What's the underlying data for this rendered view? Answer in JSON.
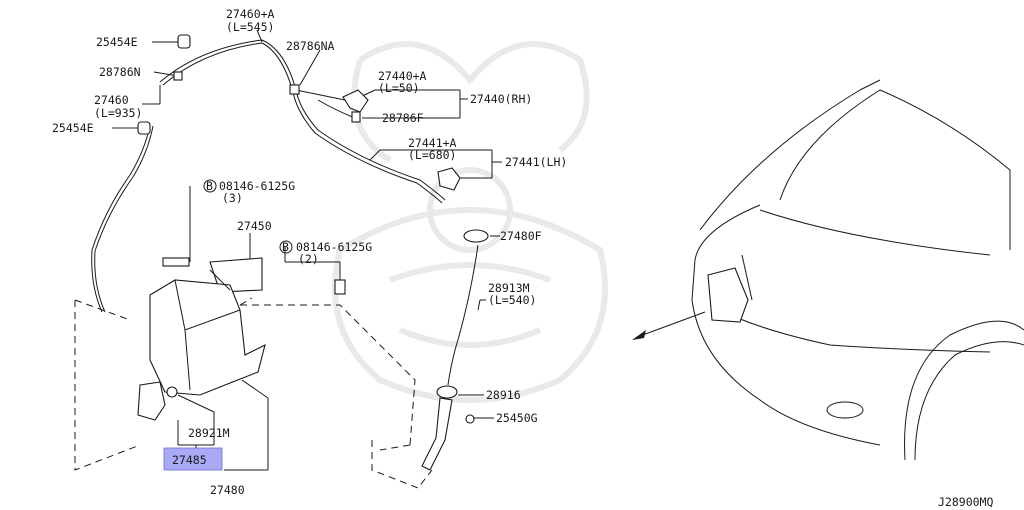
{
  "diagram_id": "J28900MQ",
  "highlight_color": "#a9a9f5",
  "parts": [
    {
      "key": "p25454e_top",
      "label": "25454E"
    },
    {
      "key": "p27460a",
      "label": "27460+A"
    },
    {
      "key": "p27460a_len",
      "label": "(L=545)"
    },
    {
      "key": "p28786na",
      "label": "28786NA"
    },
    {
      "key": "p28786n",
      "label": "28786N"
    },
    {
      "key": "p27460",
      "label": "27460"
    },
    {
      "key": "p27460_len",
      "label": "(L=935)"
    },
    {
      "key": "p25454e_low",
      "label": "25454E"
    },
    {
      "key": "p27440a",
      "label": "27440+A"
    },
    {
      "key": "p27440a_len",
      "label": "(L=50)"
    },
    {
      "key": "p27440rh",
      "label": "27440(RH)"
    },
    {
      "key": "p28786f",
      "label": "28786F"
    },
    {
      "key": "p27441a",
      "label": "27441+A"
    },
    {
      "key": "p27441a_len",
      "label": "(L=680)"
    },
    {
      "key": "p27441lh",
      "label": "27441(LH)"
    },
    {
      "key": "bolt1",
      "label": "08146-6125G"
    },
    {
      "key": "bolt1_qty",
      "label": "(3)"
    },
    {
      "key": "p27450",
      "label": "27450"
    },
    {
      "key": "bolt2",
      "label": "08146-6125G"
    },
    {
      "key": "bolt2_qty",
      "label": "(2)"
    },
    {
      "key": "p27480f",
      "label": "27480F"
    },
    {
      "key": "p28913m",
      "label": "28913M"
    },
    {
      "key": "p28913m_len",
      "label": "(L=540)"
    },
    {
      "key": "p28916",
      "label": "28916"
    },
    {
      "key": "p25450g",
      "label": "25450G"
    },
    {
      "key": "p28921m",
      "label": "28921M"
    },
    {
      "key": "p27485",
      "label": "27485"
    },
    {
      "key": "p27480",
      "label": "27480"
    }
  ],
  "bolt_symbol": "B"
}
